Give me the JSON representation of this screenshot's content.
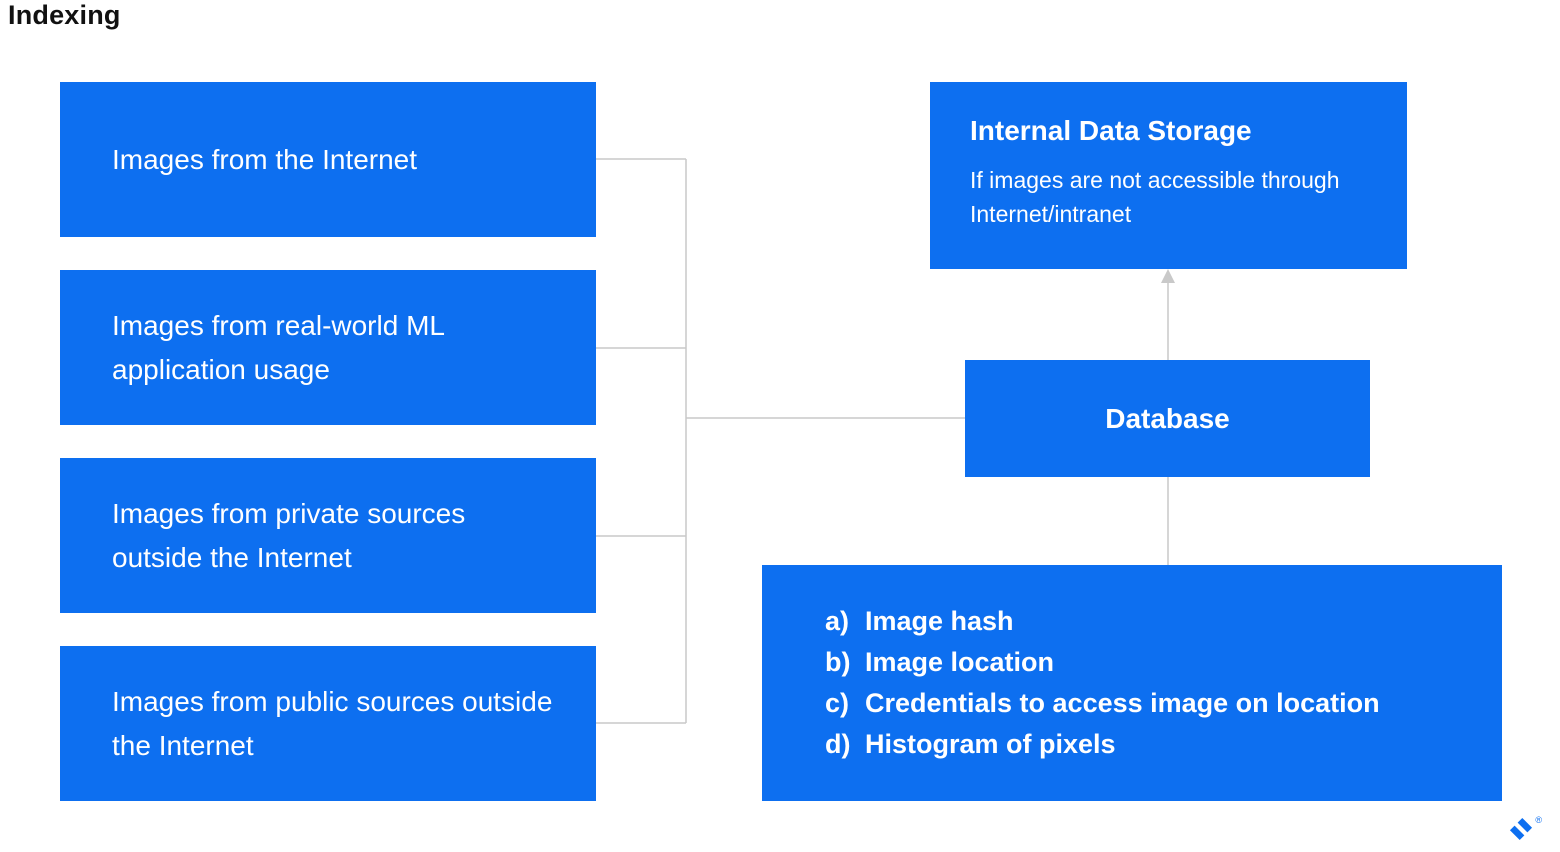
{
  "title": "Indexing",
  "colors": {
    "box_blue": "#0d6ff0",
    "connector_gray": "#c9c9c9",
    "text_white": "#ffffff",
    "title_black": "#111111"
  },
  "sources": [
    {
      "label": "Images from the Internet"
    },
    {
      "label": "Images from real-world ML application usage"
    },
    {
      "label": "Images from private sources outside the Internet"
    },
    {
      "label": "Images from public sources outside the Internet"
    }
  ],
  "storage": {
    "title": "Internal Data Storage",
    "subtitle": "If images are not accessible through Internet/intranet"
  },
  "database": {
    "label": "Database"
  },
  "attributes": {
    "items": [
      {
        "prefix": "a)",
        "label": "Image hash"
      },
      {
        "prefix": "b)",
        "label": "Image location"
      },
      {
        "prefix": "c)",
        "label": "Credentials to access image on location"
      },
      {
        "prefix": "d)",
        "label": "Histogram of pixels"
      }
    ]
  },
  "logo": {
    "icon": "toptal-logo",
    "registered": "®"
  }
}
